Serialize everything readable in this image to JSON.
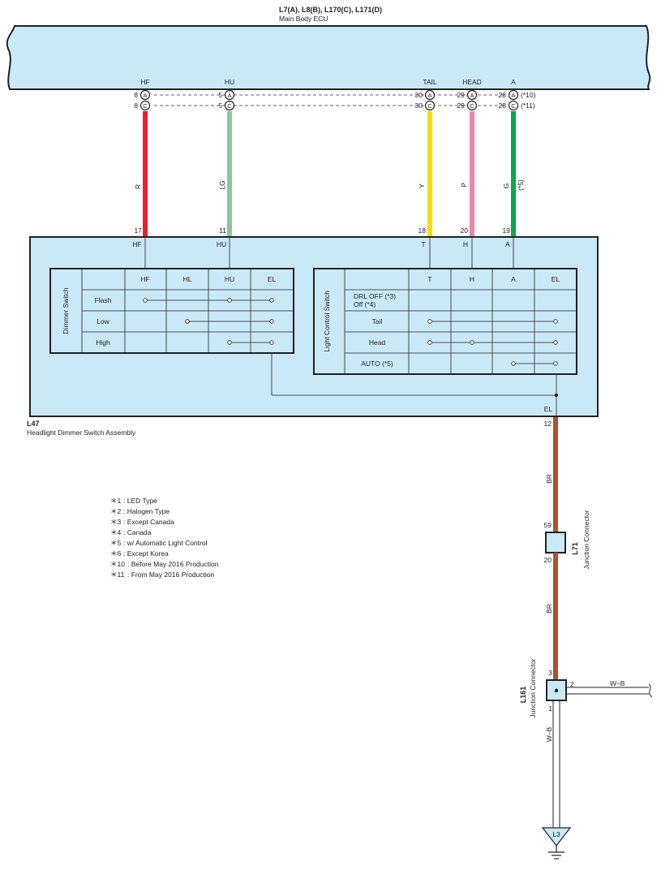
{
  "ecu": {
    "connector_codes": "L7(A), L8(B), L170(C), L171(D)",
    "name": "Main Body ECU",
    "pins": [
      {
        "label": "HF",
        "n1": "8",
        "c1": "A",
        "n2": "8",
        "c2": "C"
      },
      {
        "label": "HU",
        "n1": "5",
        "c1": "A",
        "n2": "5",
        "c2": "C"
      },
      {
        "label": "TAIL",
        "n1": "30",
        "c1": "A",
        "n2": "30",
        "c2": "C"
      },
      {
        "label": "HEAD",
        "n1": "29",
        "c1": "A",
        "n2": "29",
        "c2": "C"
      },
      {
        "label": "A",
        "n1": "28",
        "c1": "A",
        "n2": "28",
        "c2": "C"
      }
    ],
    "note_before": "(*10)",
    "note_after": "(*11)"
  },
  "wires": [
    {
      "color_name": "R",
      "hex": "#e8202a",
      "pin": "17",
      "term": "HF"
    },
    {
      "color_name": "LG",
      "hex": "#86ca9c",
      "pin": "11",
      "term": "HU"
    },
    {
      "color_name": "Y",
      "hex": "#f7e000",
      "pin": "18",
      "term": "T"
    },
    {
      "color_name": "P",
      "hex": "#ee86b2",
      "pin": "20",
      "term": "H"
    },
    {
      "color_name": "G",
      "hex": "#0aa84f",
      "pin": "19",
      "term": "A",
      "note": "(*5)"
    }
  ],
  "assembly": {
    "code": "L47",
    "name": "Headlight Dimmer Switch Assembly",
    "el_term": "EL",
    "el_pin": "12",
    "dimmer": {
      "title": "Dimmer Switch",
      "columns": [
        "HF",
        "HL",
        "HU",
        "EL"
      ],
      "rows": [
        "Flash",
        "Low",
        "High"
      ]
    },
    "light": {
      "title": "Light Control Switch",
      "columns": [
        "T",
        "H",
        "A",
        "EL"
      ],
      "rows": [
        "DRL OFF (*3)",
        "Off (*4)",
        "Tail",
        "Head",
        "AUTO (*5)"
      ]
    }
  },
  "ground_wire": {
    "color_name": "BR",
    "hex": "#a9552e",
    "l71": {
      "code": "L71",
      "name": "Junction Connector",
      "pin_top": "59",
      "pin_bottom": "20"
    },
    "l161": {
      "code": "L161",
      "name": "Junction Connector",
      "pin_top": "3",
      "pin_right": "2",
      "pin_bottom": "1"
    },
    "wb": "W–B",
    "ground": "L3"
  },
  "legend": [
    {
      "mark": "＊1",
      "text": ": LED Type"
    },
    {
      "mark": "＊2",
      "text": ": Halogen Type"
    },
    {
      "mark": "＊3",
      "text": ": Except Canada"
    },
    {
      "mark": "＊4",
      "text": ": Canada"
    },
    {
      "mark": "＊5",
      "text": ": w/ Automatic Light Control"
    },
    {
      "mark": "＊6",
      "text": ": Except Korea"
    },
    {
      "mark": "＊10",
      "text": ": Before May 2016 Production"
    },
    {
      "mark": "＊11",
      "text": ": From May 2016 Production"
    }
  ],
  "colors": {
    "panel": "#c9e9f7",
    "line": "#222222"
  }
}
